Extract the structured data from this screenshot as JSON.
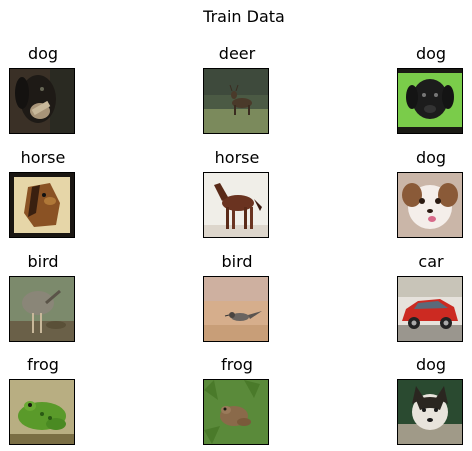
{
  "figure": {
    "title": "Train Data"
  },
  "grid": [
    {
      "label": "dog",
      "image": "dark-dog-photo"
    },
    {
      "label": "deer",
      "image": "deer-in-field-photo"
    },
    {
      "label": "dog",
      "image": "black-dog-on-green-photo"
    },
    {
      "label": "horse",
      "image": "horse-head-painting-photo"
    },
    {
      "label": "horse",
      "image": "brown-horse-photo"
    },
    {
      "label": "dog",
      "image": "small-white-dog-photo"
    },
    {
      "label": "bird",
      "image": "ostrich-photo"
    },
    {
      "label": "bird",
      "image": "small-bird-on-sand-photo"
    },
    {
      "label": "car",
      "image": "red-car-photo"
    },
    {
      "label": "frog",
      "image": "green-frog-photo"
    },
    {
      "label": "frog",
      "image": "brown-toad-on-grass-photo"
    },
    {
      "label": "dog",
      "image": "husky-dog-photo"
    }
  ]
}
